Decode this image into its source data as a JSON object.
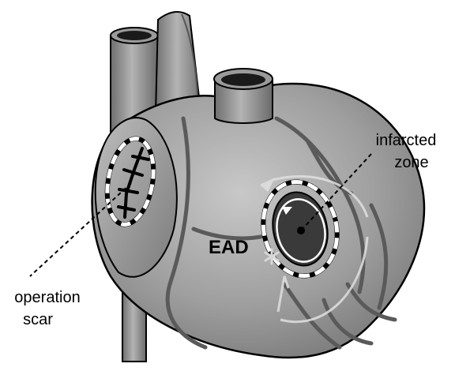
{
  "labels": {
    "infarcted_line1": "infarcted",
    "infarcted_line2": "zone",
    "ead": "EAD",
    "scar_line1": "operation",
    "scar_line2": "scar"
  },
  "colors": {
    "heart_body": "#9a9a9a",
    "vessel": "#8c8c8c",
    "outline": "#000000",
    "infarct": "#3a3a3a",
    "dashed_ring": "#ffffff",
    "ead_star": "#d8d8d8"
  },
  "icons": {
    "ead_marker": "asterisk-star-icon",
    "reentry_arrow": "circular-arrow-icon"
  }
}
